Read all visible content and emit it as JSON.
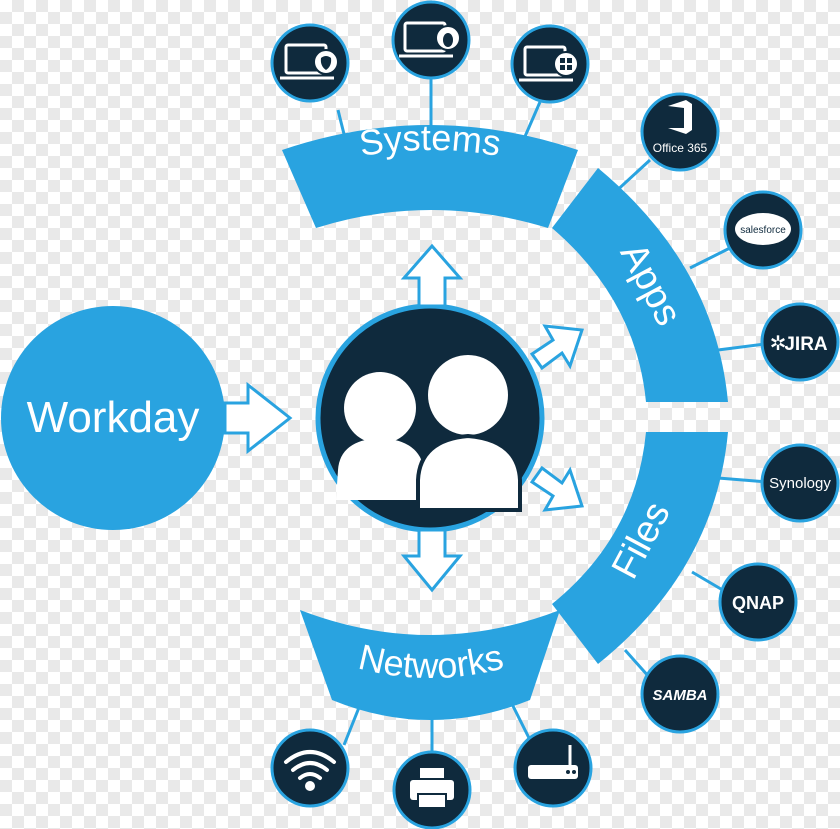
{
  "colors": {
    "blue": "#29a3e0",
    "navy": "#0f2a3d",
    "white": "#ffffff"
  },
  "source": {
    "label": "Workday"
  },
  "center": {
    "icon": "users-group-icon"
  },
  "segments": {
    "systems": "Systems",
    "apps": "Apps",
    "files": "Files",
    "networks": "Networks"
  },
  "nodes": {
    "systems": [
      {
        "icon": "macos-laptop-icon"
      },
      {
        "icon": "linux-laptop-icon"
      },
      {
        "icon": "windows-laptop-icon"
      }
    ],
    "apps": [
      {
        "icon": "office365-logo-icon",
        "label": "Office 365"
      },
      {
        "icon": "salesforce-logo-icon",
        "label": "salesforce"
      },
      {
        "icon": "jira-logo-icon",
        "label": "JIRA"
      }
    ],
    "files": [
      {
        "icon": "synology-logo-icon",
        "label": "Synology"
      },
      {
        "icon": "qnap-logo-icon",
        "label": "QNAP"
      },
      {
        "icon": "samba-logo-icon",
        "label": "SAMBA"
      }
    ],
    "networks": [
      {
        "icon": "wifi-icon"
      },
      {
        "icon": "printer-icon"
      },
      {
        "icon": "router-icon"
      }
    ]
  }
}
